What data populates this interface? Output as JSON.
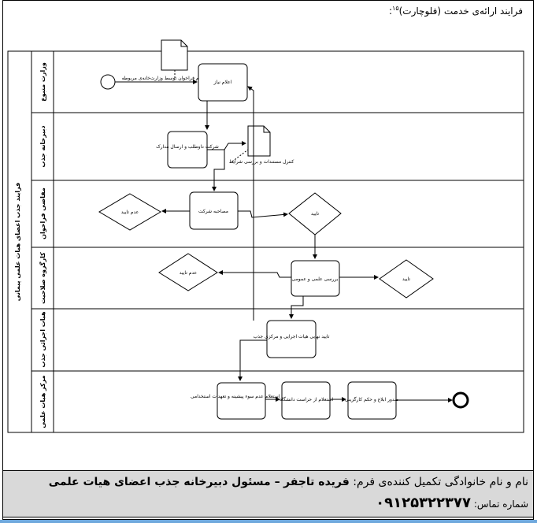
{
  "title": "فرایند ارائه‌ی خدمت (فلوچارت)",
  "title_sup": "۱۵",
  "title_suffix": ":",
  "pool_label": "فرایند جذب اعضای هیات علمی پیمانی",
  "lanes": [
    "وزارت متبوع",
    "دبیرخانه جذب",
    "مقاضی فراخوان",
    "کارگروه صلاحیت",
    "هیات اجرائی جذب",
    "مرکز هیات علمی"
  ],
  "nodes": {
    "doc1_label": "اعلام فراخوان توسط وزارت‌خانه‌ی مربوطه",
    "task_announce": "اعلام نیاز",
    "task_doc_submit": "شرکت داوطلب و ارسال مدارک",
    "doc2_label": "کنترل مستندات و بررسی شرایط",
    "task_interview": "مصاحبه شرکت",
    "gw_reject1": "عدم تایید",
    "gw_approve1": "تایید",
    "task_review": "بررسی علمی و عمومی",
    "gw_reject2": "عدم تایید",
    "gw_approve2": "تایید",
    "task_exec_board": "تایید نهایی هیات اجرایی و مرکزی جذب",
    "task_complete": "انجام استعلام عدم سوء پیشینه و تعهدات استخدامی",
    "task_inquiry": "استعلام از حراست دانشگاه",
    "task_decree": "صدور ابلاغ و حکم کارگزینی"
  },
  "footer": {
    "name_label": "نام و نام خانوادگی تکمیل کننده‌ی فرم:",
    "name_value": "فریده تاجفر",
    "role_value": "–  مسئول دبیرخانه جذب اعضای هیات علمی",
    "phone_label": "شماره تماس:",
    "phone_value": "۰۹۱۲۵۳۲۲۳۷۷"
  }
}
